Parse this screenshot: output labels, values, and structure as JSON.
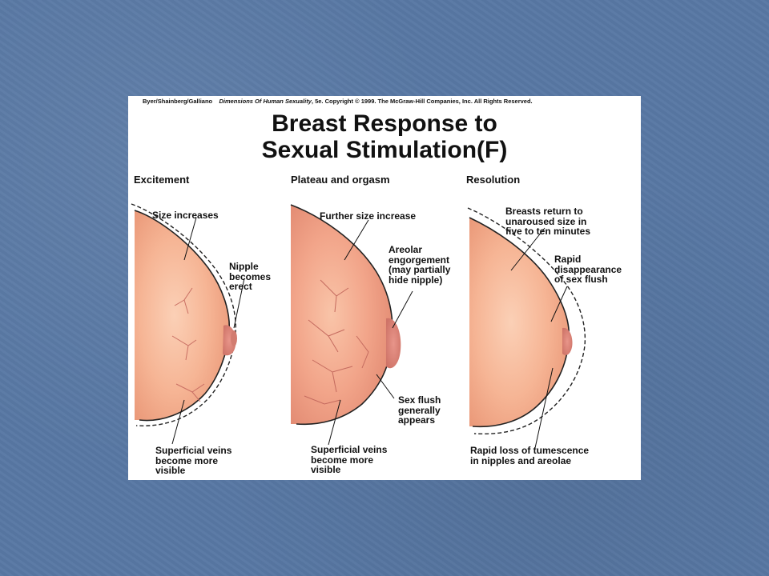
{
  "credit": {
    "authors": "Byer/Shainberg/Galliano",
    "book": "Dimensions Of Human Sexuality",
    "rest": ", 5e. Copyright © 1999. The McGraw-Hill Companies, Inc. All Rights Reserved."
  },
  "title": {
    "line1": "Breast Response to",
    "line2": "Sexual Stimulation(F)"
  },
  "stages": [
    {
      "name": "Excitement",
      "labels": {
        "size": "Size increases",
        "nipple": [
          "Nipple",
          "becomes",
          "erect"
        ],
        "veins": [
          "Superficial veins",
          "become more",
          "visible"
        ]
      }
    },
    {
      "name": "Plateau and orgasm",
      "labels": {
        "size": "Further size increase",
        "areolar": [
          "Areolar",
          "engorgement",
          "(may partially",
          "hide nipple)"
        ],
        "flush": [
          "Sex flush",
          "generally",
          "appears"
        ],
        "veins": [
          "Superficial veins",
          "become more",
          "visible"
        ]
      }
    },
    {
      "name": "Resolution",
      "labels": {
        "return": [
          "Breasts return to",
          "unaroused size in",
          "five to ten minutes"
        ],
        "rapid": [
          "Rapid",
          "disappearance",
          "of sex flush"
        ],
        "loss": [
          "Rapid loss of tumescence",
          "in nipples and areolae"
        ]
      }
    }
  ],
  "colors": {
    "background": "#5878a4",
    "skin": "#f6b99a",
    "skin_dark": "#e9967a",
    "areola": "#d9817a",
    "vein": "#c0706a"
  }
}
